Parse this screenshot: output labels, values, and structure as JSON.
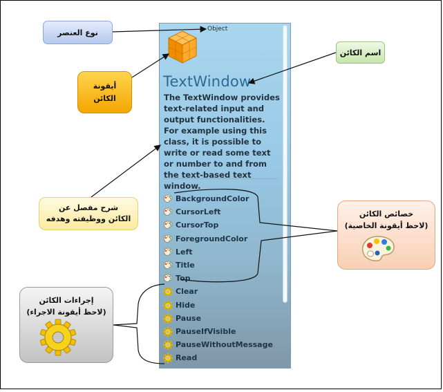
{
  "object_panel": {
    "type_label": "Object",
    "name": "TextWindow",
    "description": "The TextWindow provides text-related input and output functionalities.  For example using this class, it is possible to write or read some text or number to and from the text-based text window.",
    "properties": [
      "BackgroundColor",
      "CursorLeft",
      "CursorTop",
      "ForegroundColor",
      "Left",
      "Title",
      "Top"
    ],
    "operations": [
      "Clear",
      "Hide",
      "Pause",
      "PauseIfVisible",
      "PauseWithoutMessage",
      "Read"
    ]
  },
  "callouts": {
    "element_type": "نوع العنصر",
    "object_name": "اسم الكائن",
    "object_icon_line1": "أيقونة",
    "object_icon_line2": "الكائن",
    "description_line1": "شرح مفصل عن",
    "description_line2": "الكائن ووظيفته وهدفه",
    "properties_line1": "خصائص الكائن",
    "properties_line2": "(لاحظ أيقونة الخاصية)",
    "operations_line1": "إجراءات الكائن",
    "operations_line2": "(لاحظ أيقونة الاجراء)"
  },
  "icons": {
    "object": "orange-cube-icon",
    "property": "palette-icon",
    "operation": "gear-icon"
  },
  "colors": {
    "panel": "#a9d6ee",
    "object_name": "#2a6a93",
    "cube": "#f6a21a",
    "gear": "#f2c200"
  }
}
